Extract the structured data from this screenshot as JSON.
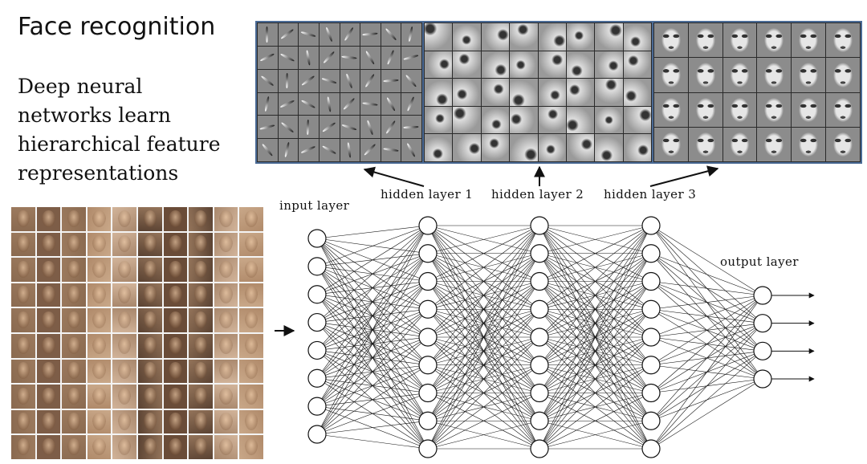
{
  "slide": {
    "title": "Face recognition",
    "subtitle_lines": [
      "Deep neural",
      "networks learn",
      "hierarchical feature",
      "representations"
    ]
  },
  "labels": {
    "hidden_layer_1": "hidden layer 1",
    "hidden_layer_2": "hidden layer 2",
    "hidden_layer_3": "hidden layer 3",
    "input_layer": "input layer",
    "output_layer": "output layer"
  },
  "network": {
    "layers": [
      {
        "name": "input",
        "nodes": 8
      },
      {
        "name": "hidden-1",
        "nodes": 9
      },
      {
        "name": "hidden-2",
        "nodes": 9
      },
      {
        "name": "hidden-3",
        "nodes": 9
      },
      {
        "name": "output",
        "nodes": 4
      }
    ],
    "output_arrows": 4
  },
  "face_grid": {
    "rows": 10,
    "cols": 10
  },
  "feature_panels": [
    {
      "name": "layer-1-edges",
      "rows": 6,
      "cols": 8
    },
    {
      "name": "layer-2-parts",
      "rows": 5,
      "cols": 8
    },
    {
      "name": "layer-3-faces",
      "rows": 4,
      "cols": 6
    }
  ],
  "colors": {
    "panel_border": "#4a6a95",
    "node_fill": "#ffffff",
    "edge_stroke": "#111111"
  }
}
